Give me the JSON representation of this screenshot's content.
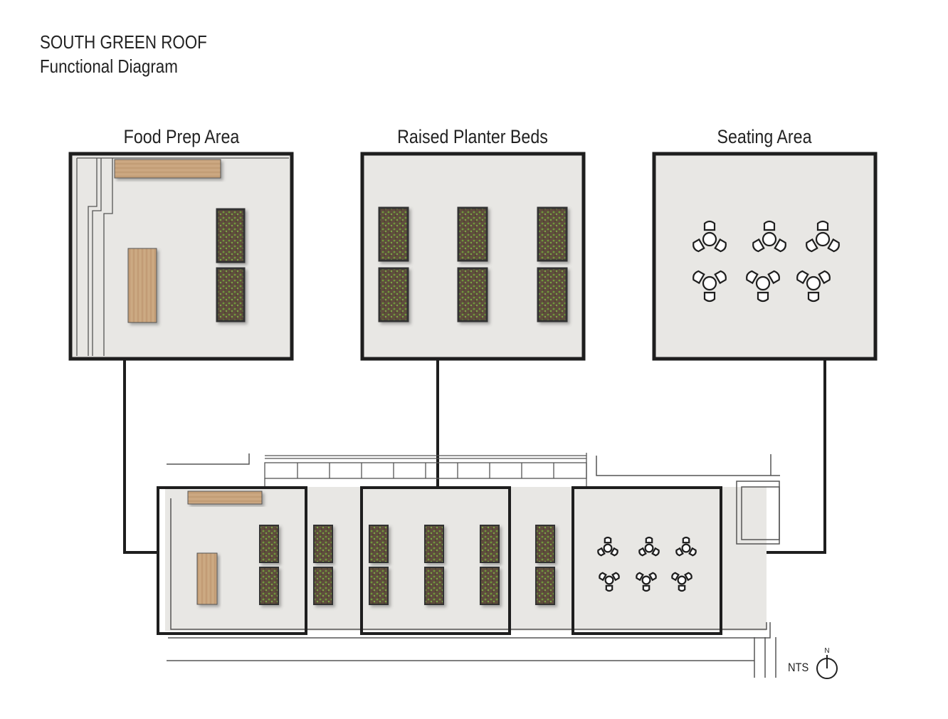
{
  "title": "SOUTH GREEN ROOF",
  "subtitle": "Functional Diagram",
  "zones": [
    {
      "label": "Food Prep Area"
    },
    {
      "label": "Raised Planter Beds"
    },
    {
      "label": "Seating Area"
    }
  ],
  "scale_note": "NTS",
  "north_label": "N",
  "colors": {
    "frame": "#1e1e1e",
    "paving": "#e8e7e4",
    "wood": "#c9a57e",
    "soil": "#5e4d3c",
    "plant": "#6f9a3a",
    "line": "#333333"
  }
}
